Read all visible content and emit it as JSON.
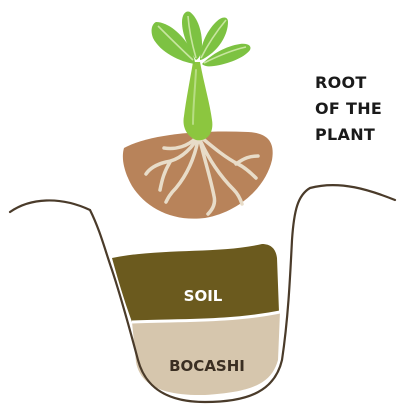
{
  "labels": {
    "root_lines": [
      "ROOT",
      "OF THE",
      "PLANT"
    ],
    "soil": "SOIL",
    "bocashi": "BOCASHI"
  },
  "colors": {
    "leaf": "#7dc242",
    "leaf_vein": "#c8e6a0",
    "stem": "#8cc63f",
    "soil_ball": "#b8835a",
    "root": "#e8dcc8",
    "soil_layer": "#6b5a1e",
    "bocashi_layer": "#d6c6ad",
    "hole_outline": "#4a3b2a",
    "soil_text": "#ffffff",
    "bocashi_text": "#3a2e22"
  }
}
